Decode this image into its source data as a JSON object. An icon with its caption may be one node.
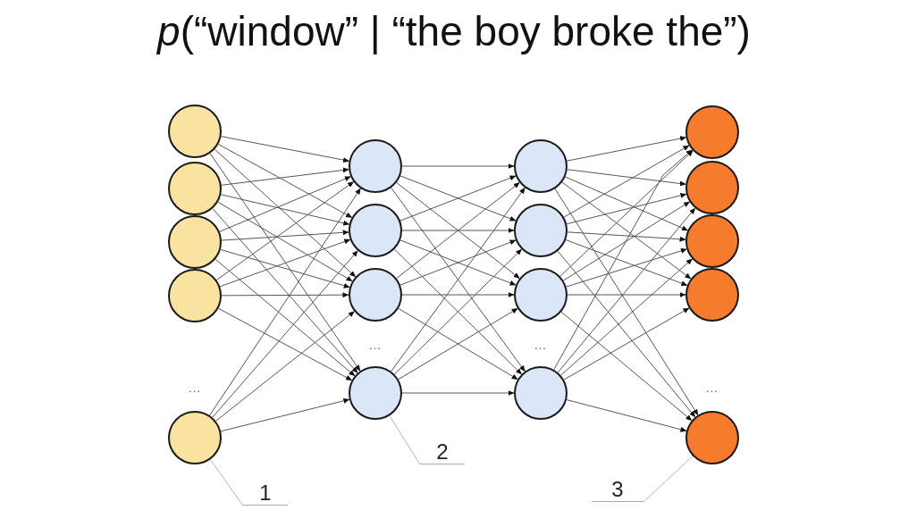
{
  "diagram": {
    "title": "*p*(“window” | “the boy broke the”)",
    "nodes": [
      {
        "text": [],
        "shape": "circle"
      },
      {
        "text": [],
        "shape": "circle"
      },
      {
        "text": [],
        "shape": "circle"
      },
      {
        "text": [],
        "shape": "circle"
      },
      {
        "text": [],
        "shape": "circle"
      },
      {
        "text": [],
        "shape": "circle"
      },
      {
        "text": [],
        "shape": "circle"
      },
      {
        "text": [],
        "shape": "circle"
      },
      {
        "text": [],
        "shape": "circle"
      },
      {
        "text": [],
        "shape": "circle"
      },
      {
        "text": [],
        "shape": "circle"
      },
      {
        "text": [],
        "shape": "circle"
      },
      {
        "text": [],
        "shape": "circle"
      },
      {
        "text": [],
        "shape": "circle"
      },
      {
        "text": [],
        "shape": "circle"
      },
      {
        "text": [],
        "shape": "circle"
      },
      {
        "text": [],
        "shape": "circle"
      },
      {
        "text": [],
        "shape": "circle"
      },
      {
        "text": [
          "2"
        ]
      },
      {
        "text": [
          "1"
        ]
      },
      {
        "text": [
          "3"
        ]
      }
    ],
    "edges": [
      {
        "from": 0,
        "to": 5,
        "arrow": "to"
      },
      {
        "from": 0,
        "to": 6,
        "arrow": "to"
      },
      {
        "from": 0,
        "to": 7,
        "arrow": "to"
      },
      {
        "from": 0,
        "to": 8,
        "arrow": "to"
      },
      {
        "from": 1,
        "to": 5,
        "arrow": "to"
      },
      {
        "from": 1,
        "to": 6,
        "arrow": "to"
      },
      {
        "from": 1,
        "to": 7,
        "arrow": "to"
      },
      {
        "from": 1,
        "to": 8,
        "arrow": "to"
      },
      {
        "from": 2,
        "to": 5,
        "arrow": "to"
      },
      {
        "from": 2,
        "to": 6,
        "arrow": "to"
      },
      {
        "from": 2,
        "to": 7,
        "arrow": "to"
      },
      {
        "from": 2,
        "to": 8,
        "arrow": "to"
      },
      {
        "from": 3,
        "to": 5,
        "arrow": "to"
      },
      {
        "from": 3,
        "to": 6,
        "arrow": "to"
      },
      {
        "from": 3,
        "to": 7,
        "arrow": "to"
      },
      {
        "from": 3,
        "to": 8,
        "arrow": "to"
      },
      {
        "from": 4,
        "to": 5,
        "arrow": "to"
      },
      {
        "from": 4,
        "to": 6,
        "arrow": "to"
      },
      {
        "from": 4,
        "to": 7,
        "arrow": "to"
      },
      {
        "from": 4,
        "to": 8,
        "arrow": "to"
      },
      {
        "from": 5,
        "to": 9,
        "arrow": "to"
      },
      {
        "from": 5,
        "to": 10,
        "arrow": "to"
      },
      {
        "from": 5,
        "to": 11,
        "arrow": "to"
      },
      {
        "from": 5,
        "to": 12,
        "arrow": "to"
      },
      {
        "from": 6,
        "to": 9,
        "arrow": "to"
      },
      {
        "from": 6,
        "to": 10,
        "arrow": "to"
      },
      {
        "from": 6,
        "to": 11,
        "arrow": "to"
      },
      {
        "from": 6,
        "to": 12,
        "arrow": "to"
      },
      {
        "from": 7,
        "to": 9,
        "arrow": "to"
      },
      {
        "from": 7,
        "to": 10,
        "arrow": "to"
      },
      {
        "from": 7,
        "to": 11,
        "arrow": "to"
      },
      {
        "from": 7,
        "to": 12,
        "arrow": "to"
      },
      {
        "from": 8,
        "to": 9,
        "arrow": "to"
      },
      {
        "from": 8,
        "to": 10,
        "arrow": "to"
      },
      {
        "from": 8,
        "to": 11,
        "arrow": "to"
      },
      {
        "from": 8,
        "to": 12,
        "arrow": "to"
      },
      {
        "from": 9,
        "to": 13,
        "arrow": "to"
      },
      {
        "from": 9,
        "to": 14,
        "arrow": "to"
      },
      {
        "from": 9,
        "to": 15,
        "arrow": "to"
      },
      {
        "from": 9,
        "to": 16,
        "arrow": "to"
      },
      {
        "from": 9,
        "to": 17,
        "arrow": "to"
      },
      {
        "from": 10,
        "to": 13,
        "arrow": "to"
      },
      {
        "from": 10,
        "to": 14,
        "arrow": "to"
      },
      {
        "from": 10,
        "to": 15,
        "arrow": "to"
      },
      {
        "from": 10,
        "to": 16,
        "arrow": "to"
      },
      {
        "from": 10,
        "to": 17,
        "arrow": "to"
      },
      {
        "from": 11,
        "to": 13,
        "arrow": "to"
      },
      {
        "from": 11,
        "to": 14,
        "arrow": "to"
      },
      {
        "from": 11,
        "to": 15,
        "arrow": "to"
      },
      {
        "from": 11,
        "to": 16,
        "arrow": "to"
      },
      {
        "from": 11,
        "to": 17,
        "arrow": "to"
      },
      {
        "from": 12,
        "to": 13,
        "arrow": "to"
      },
      {
        "from": 12,
        "to": 14,
        "arrow": "to"
      },
      {
        "from": 12,
        "to": 15,
        "arrow": "to"
      },
      {
        "from": 12,
        "to": 16,
        "arrow": "to"
      },
      {
        "from": 12,
        "to": 17,
        "arrow": "to"
      },
      {
        "from": 18,
        "to": 8,
        "arrow": "none",
        "color": "#b5b5b5"
      },
      {
        "from": 19,
        "to": 4,
        "arrow": "none",
        "color": "#b5b5b5"
      },
      {
        "from": 20,
        "to": 17,
        "arrow": "none",
        "color": "#b5b5b5"
      }
    ],
    "labels": [
      "...",
      "...",
      "...",
      "..."
    ]
  }
}
